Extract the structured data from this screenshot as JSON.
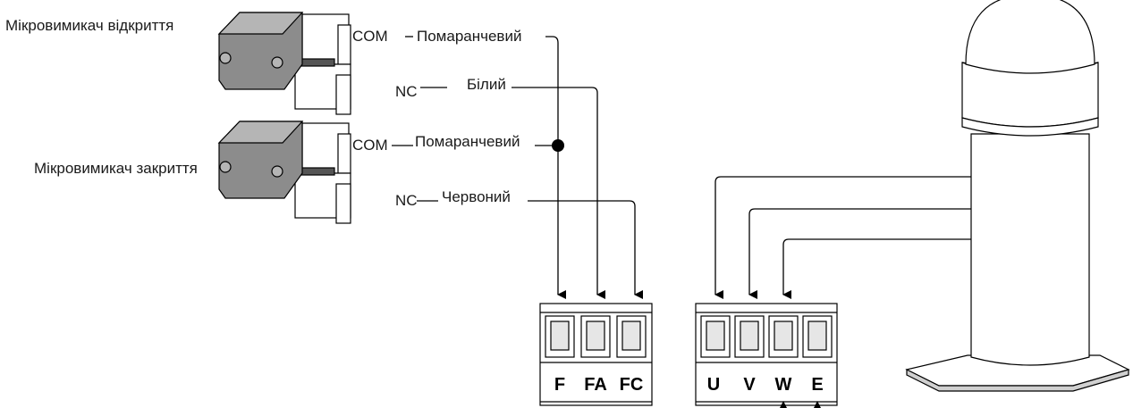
{
  "switches": [
    {
      "label": "Мікровимикач відкриття",
      "com": "COM",
      "nc": "NC",
      "com_wire": "Помаранчевий",
      "nc_wire": "Білий"
    },
    {
      "label": "Мікровимикач закриття",
      "com": "COM",
      "nc": "NC",
      "com_wire": "Помаранчевий",
      "nc_wire": "Червоний"
    }
  ],
  "terminal_block_limit": [
    "F",
    "FA",
    "FC"
  ],
  "terminal_block_motor": [
    "U",
    "V",
    "W",
    "E"
  ],
  "colors": {
    "line": "#000000",
    "body": "#8c8c8c",
    "body_light": "#b5b5b5",
    "white": "#ffffff"
  }
}
